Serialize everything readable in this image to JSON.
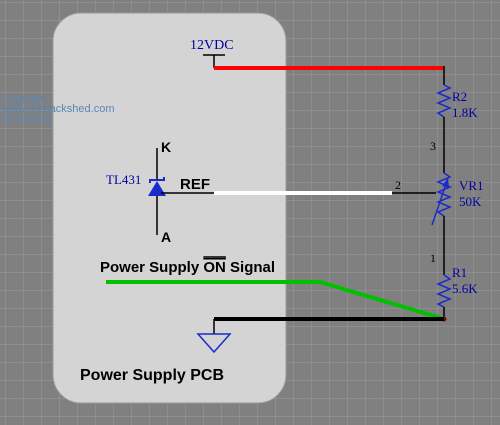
{
  "watermark": {
    "author": "Eugeneo",
    "site": "www.thebackshed.com",
    "date": "2015/4/15"
  },
  "supply": {
    "label": "12VDC"
  },
  "ic": {
    "part": "TL431",
    "pin_k": "K",
    "pin_a": "A",
    "pin_ref": "REF"
  },
  "r2": {
    "ref": "R2",
    "value": "1.8K"
  },
  "vr1": {
    "ref": "VR1",
    "value": "50K",
    "pin3": "3",
    "pin2": "2",
    "pin1": "1"
  },
  "r1": {
    "ref": "R1",
    "value": "5.6K"
  },
  "signal": {
    "label_pre": "Power Supply ",
    "label_on": "ON",
    "label_post": " Signal"
  },
  "pcb": {
    "label": "Power Supply PCB"
  },
  "colors": {
    "background": "#808080",
    "grid": "#9a9a9a",
    "pcb_fill": "#d4d4d4",
    "wire_red": "#ff0000",
    "wire_white": "#ffffff",
    "wire_green": "#00c000",
    "wire_black": "#000000",
    "component_blue": "#1a2bcc",
    "dark_red": "#800000",
    "label_blue": "#0000a0"
  }
}
